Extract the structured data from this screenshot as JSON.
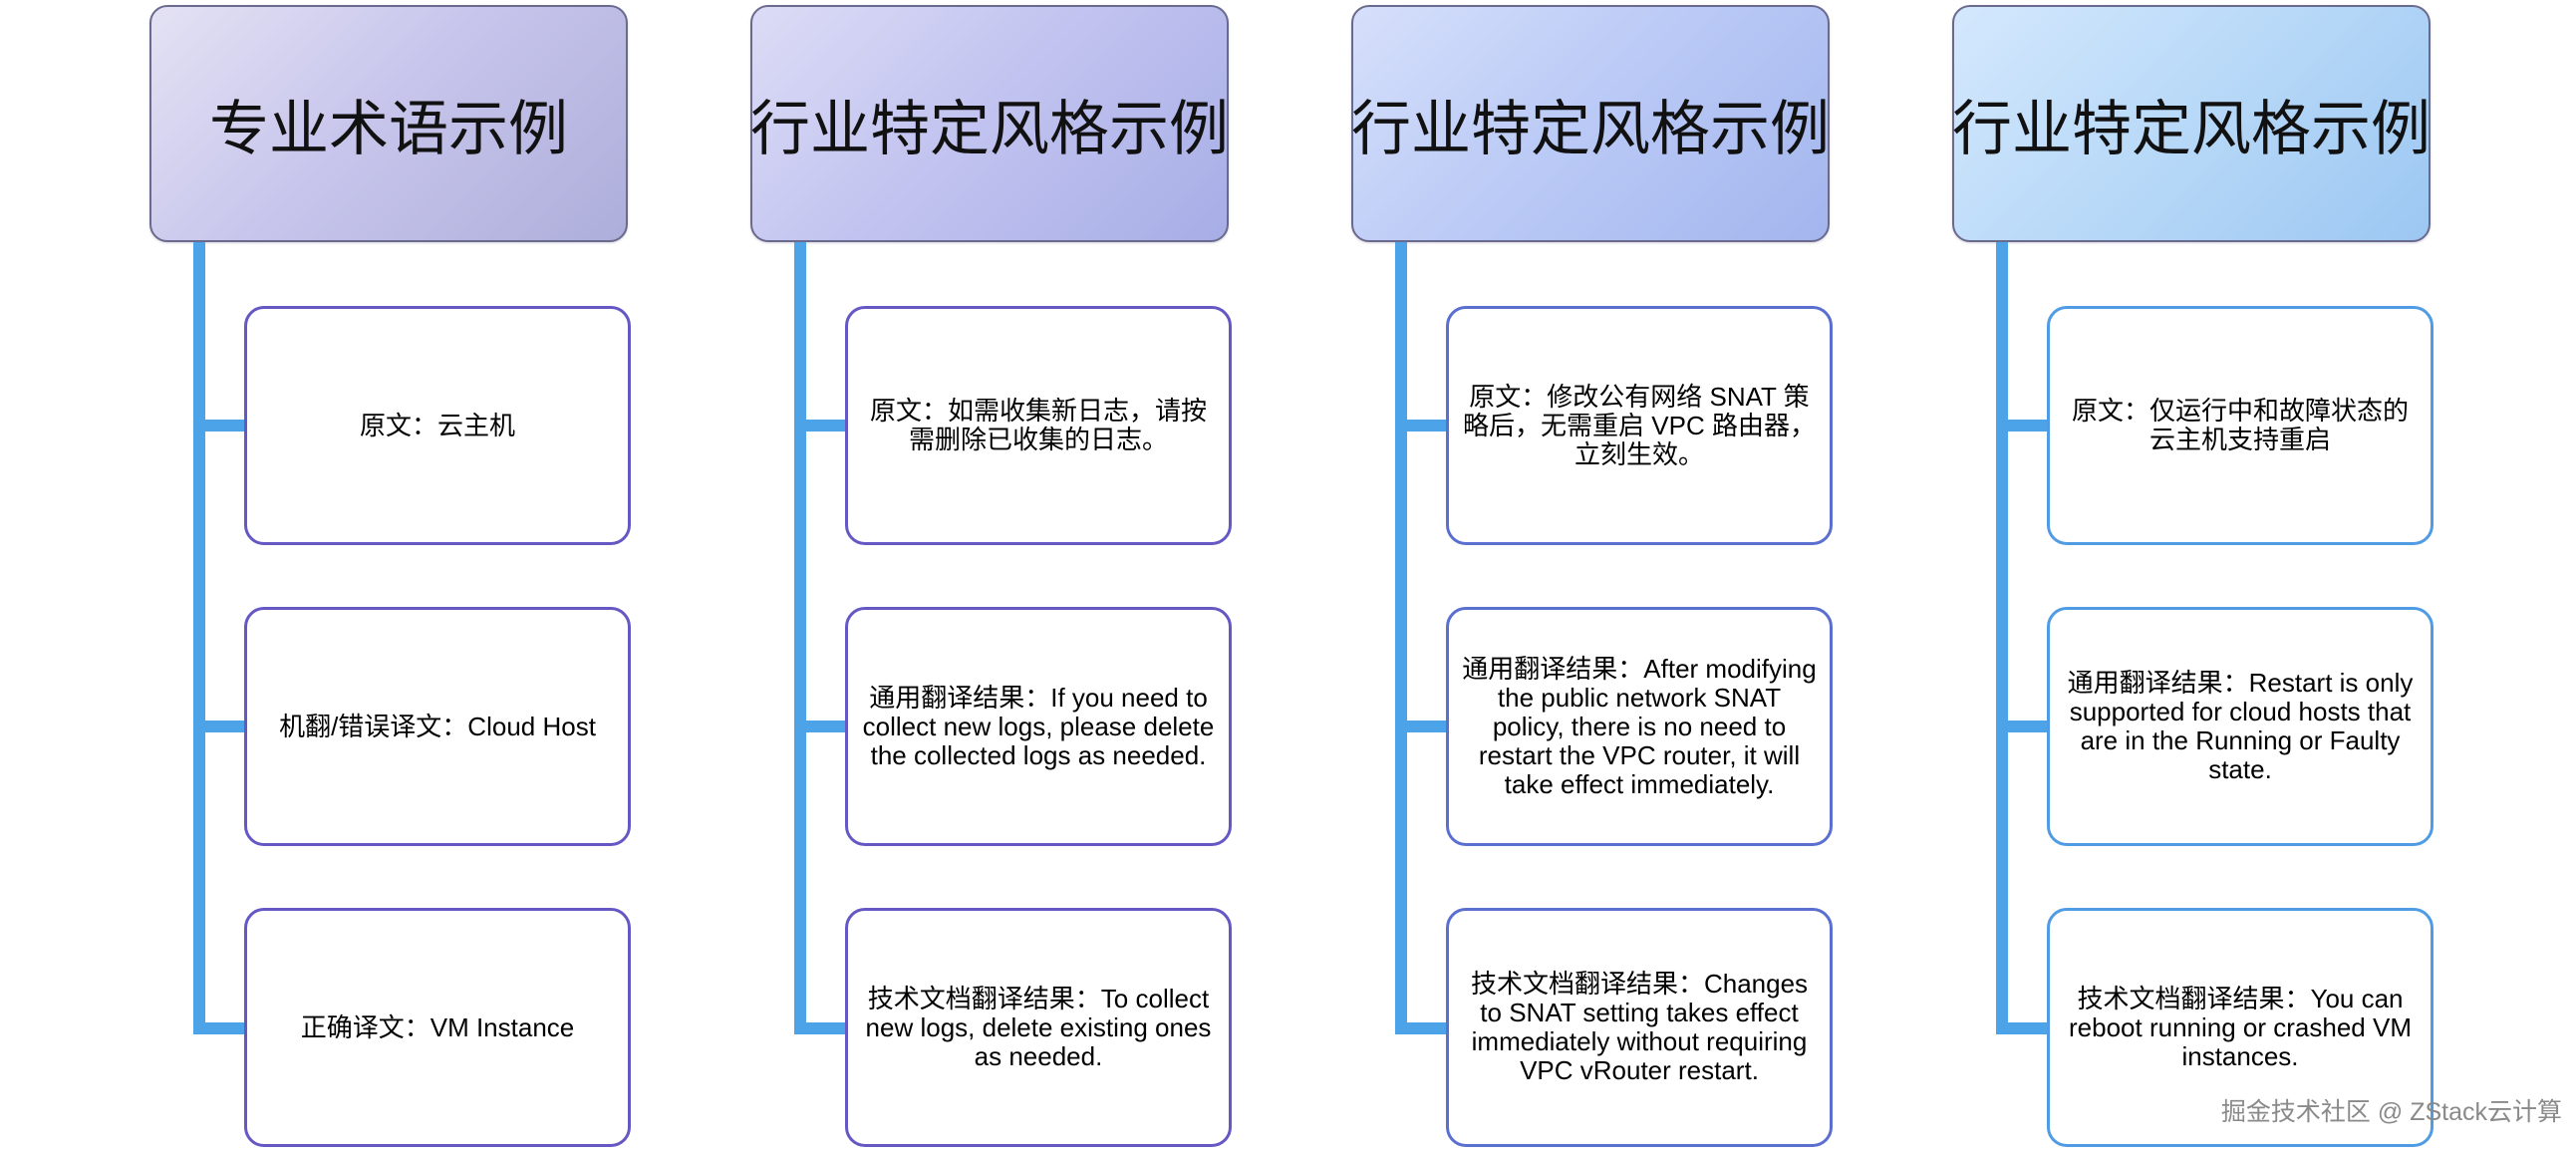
{
  "columns": [
    {
      "title": "专业术语示例",
      "items": [
        "原文：云主机",
        "机翻/错误译文：Cloud Host",
        "正确译文：VM Instance"
      ]
    },
    {
      "title": "行业特定风格示例",
      "items": [
        "原文：如需收集新日志，请按需删除已收集的日志。",
        "通用翻译结果：If you need to collect new logs, please delete the collected logs as needed.",
        "技术文档翻译结果：To collect new logs, delete existing ones as needed."
      ]
    },
    {
      "title": "行业特定风格示例",
      "items": [
        "原文：修改公有网络 SNAT 策略后，无需重启 VPC 路由器，立刻生效。",
        "通用翻译结果：After modifying the public network SNAT policy, there is no need to restart the VPC router, it will take effect immediately.",
        "技术文档翻译结果：Changes to SNAT setting takes effect immediately without requiring VPC vRouter restart."
      ]
    },
    {
      "title": "行业特定风格示例",
      "items": [
        "原文：仅运行中和故障状态的云主机支持重启",
        "通用翻译结果：Restart is only supported for cloud hosts that are in the Running or Faulty state.",
        "技术文档翻译结果：You can reboot running or crashed VM instances."
      ]
    }
  ],
  "watermark": "掘金技术社区 @ ZStack云计算",
  "colors": {
    "connector": "#4da3e8",
    "card_border_purple": "#6558c4",
    "card_border_blue": "#4f9be4"
  }
}
